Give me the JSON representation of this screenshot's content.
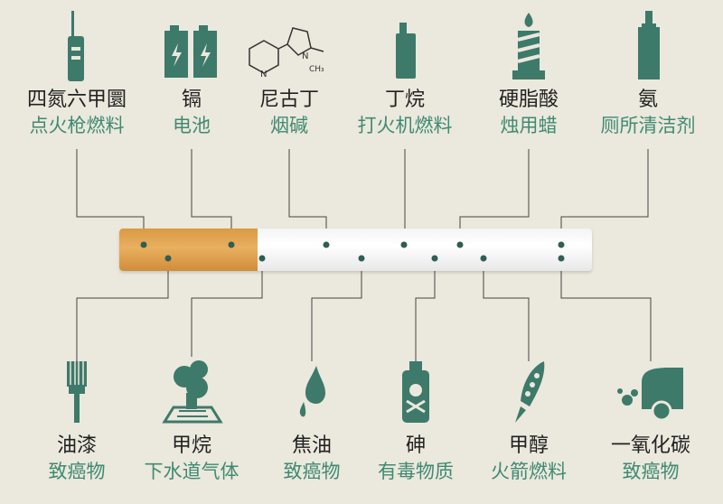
{
  "top_items": [
    {
      "name": "四氮六甲圜",
      "use": "点火枪燃料",
      "icon": "lighter-gun-icon"
    },
    {
      "name": "镉",
      "use": "电池",
      "icon": "battery-icon"
    },
    {
      "name": "尼古丁",
      "use": "烟碱",
      "icon": "nicotine-molecule-icon"
    },
    {
      "name": "丁烷",
      "use": "打火机燃料",
      "icon": "lighter-icon"
    },
    {
      "name": "硬脂酸",
      "use": "烛用蜡",
      "icon": "candle-icon"
    },
    {
      "name": "氨",
      "use": "厕所清洁剂",
      "icon": "spray-bottle-icon"
    }
  ],
  "bottom_items": [
    {
      "name": "油漆",
      "use": "致癌物",
      "icon": "paint-brush-icon"
    },
    {
      "name": "甲烷",
      "use": "下水道气体",
      "icon": "sewer-gas-icon"
    },
    {
      "name": "焦油",
      "use": "致癌物",
      "icon": "tar-drop-icon"
    },
    {
      "name": "砷",
      "use": "有毒物质",
      "icon": "poison-bottle-icon"
    },
    {
      "name": "甲醇",
      "use": "火箭燃料",
      "icon": "rocket-icon"
    },
    {
      "name": "一氧化碳",
      "use": "致癌物",
      "icon": "car-exhaust-icon"
    }
  ],
  "colors": {
    "accent": "#3d7a6a",
    "subtitle": "#3f8a72",
    "background": "#ebe8dd"
  }
}
